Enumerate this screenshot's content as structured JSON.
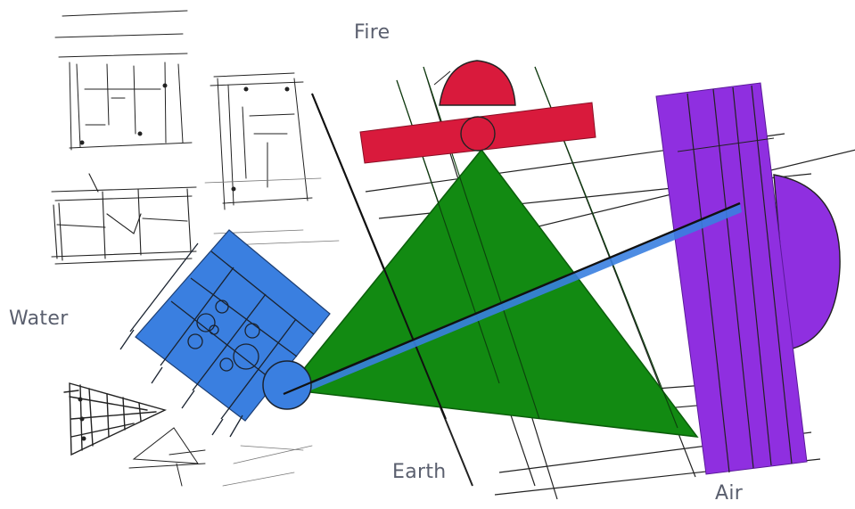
{
  "labels": {
    "fire": "Fire",
    "water": "Water",
    "earth": "Earth",
    "air": "Air"
  },
  "colors": {
    "fire": "#d91a3c",
    "water": "#3a7fe0",
    "earth": "#128a12",
    "air": "#8f2fe0",
    "sketch": "#222222"
  },
  "icons": {
    "fire": "red-rectangle-with-semicircle",
    "water": "blue-rotated-square-with-grid",
    "earth": "green-triangle",
    "air": "purple-rectangle-with-semicircle"
  }
}
